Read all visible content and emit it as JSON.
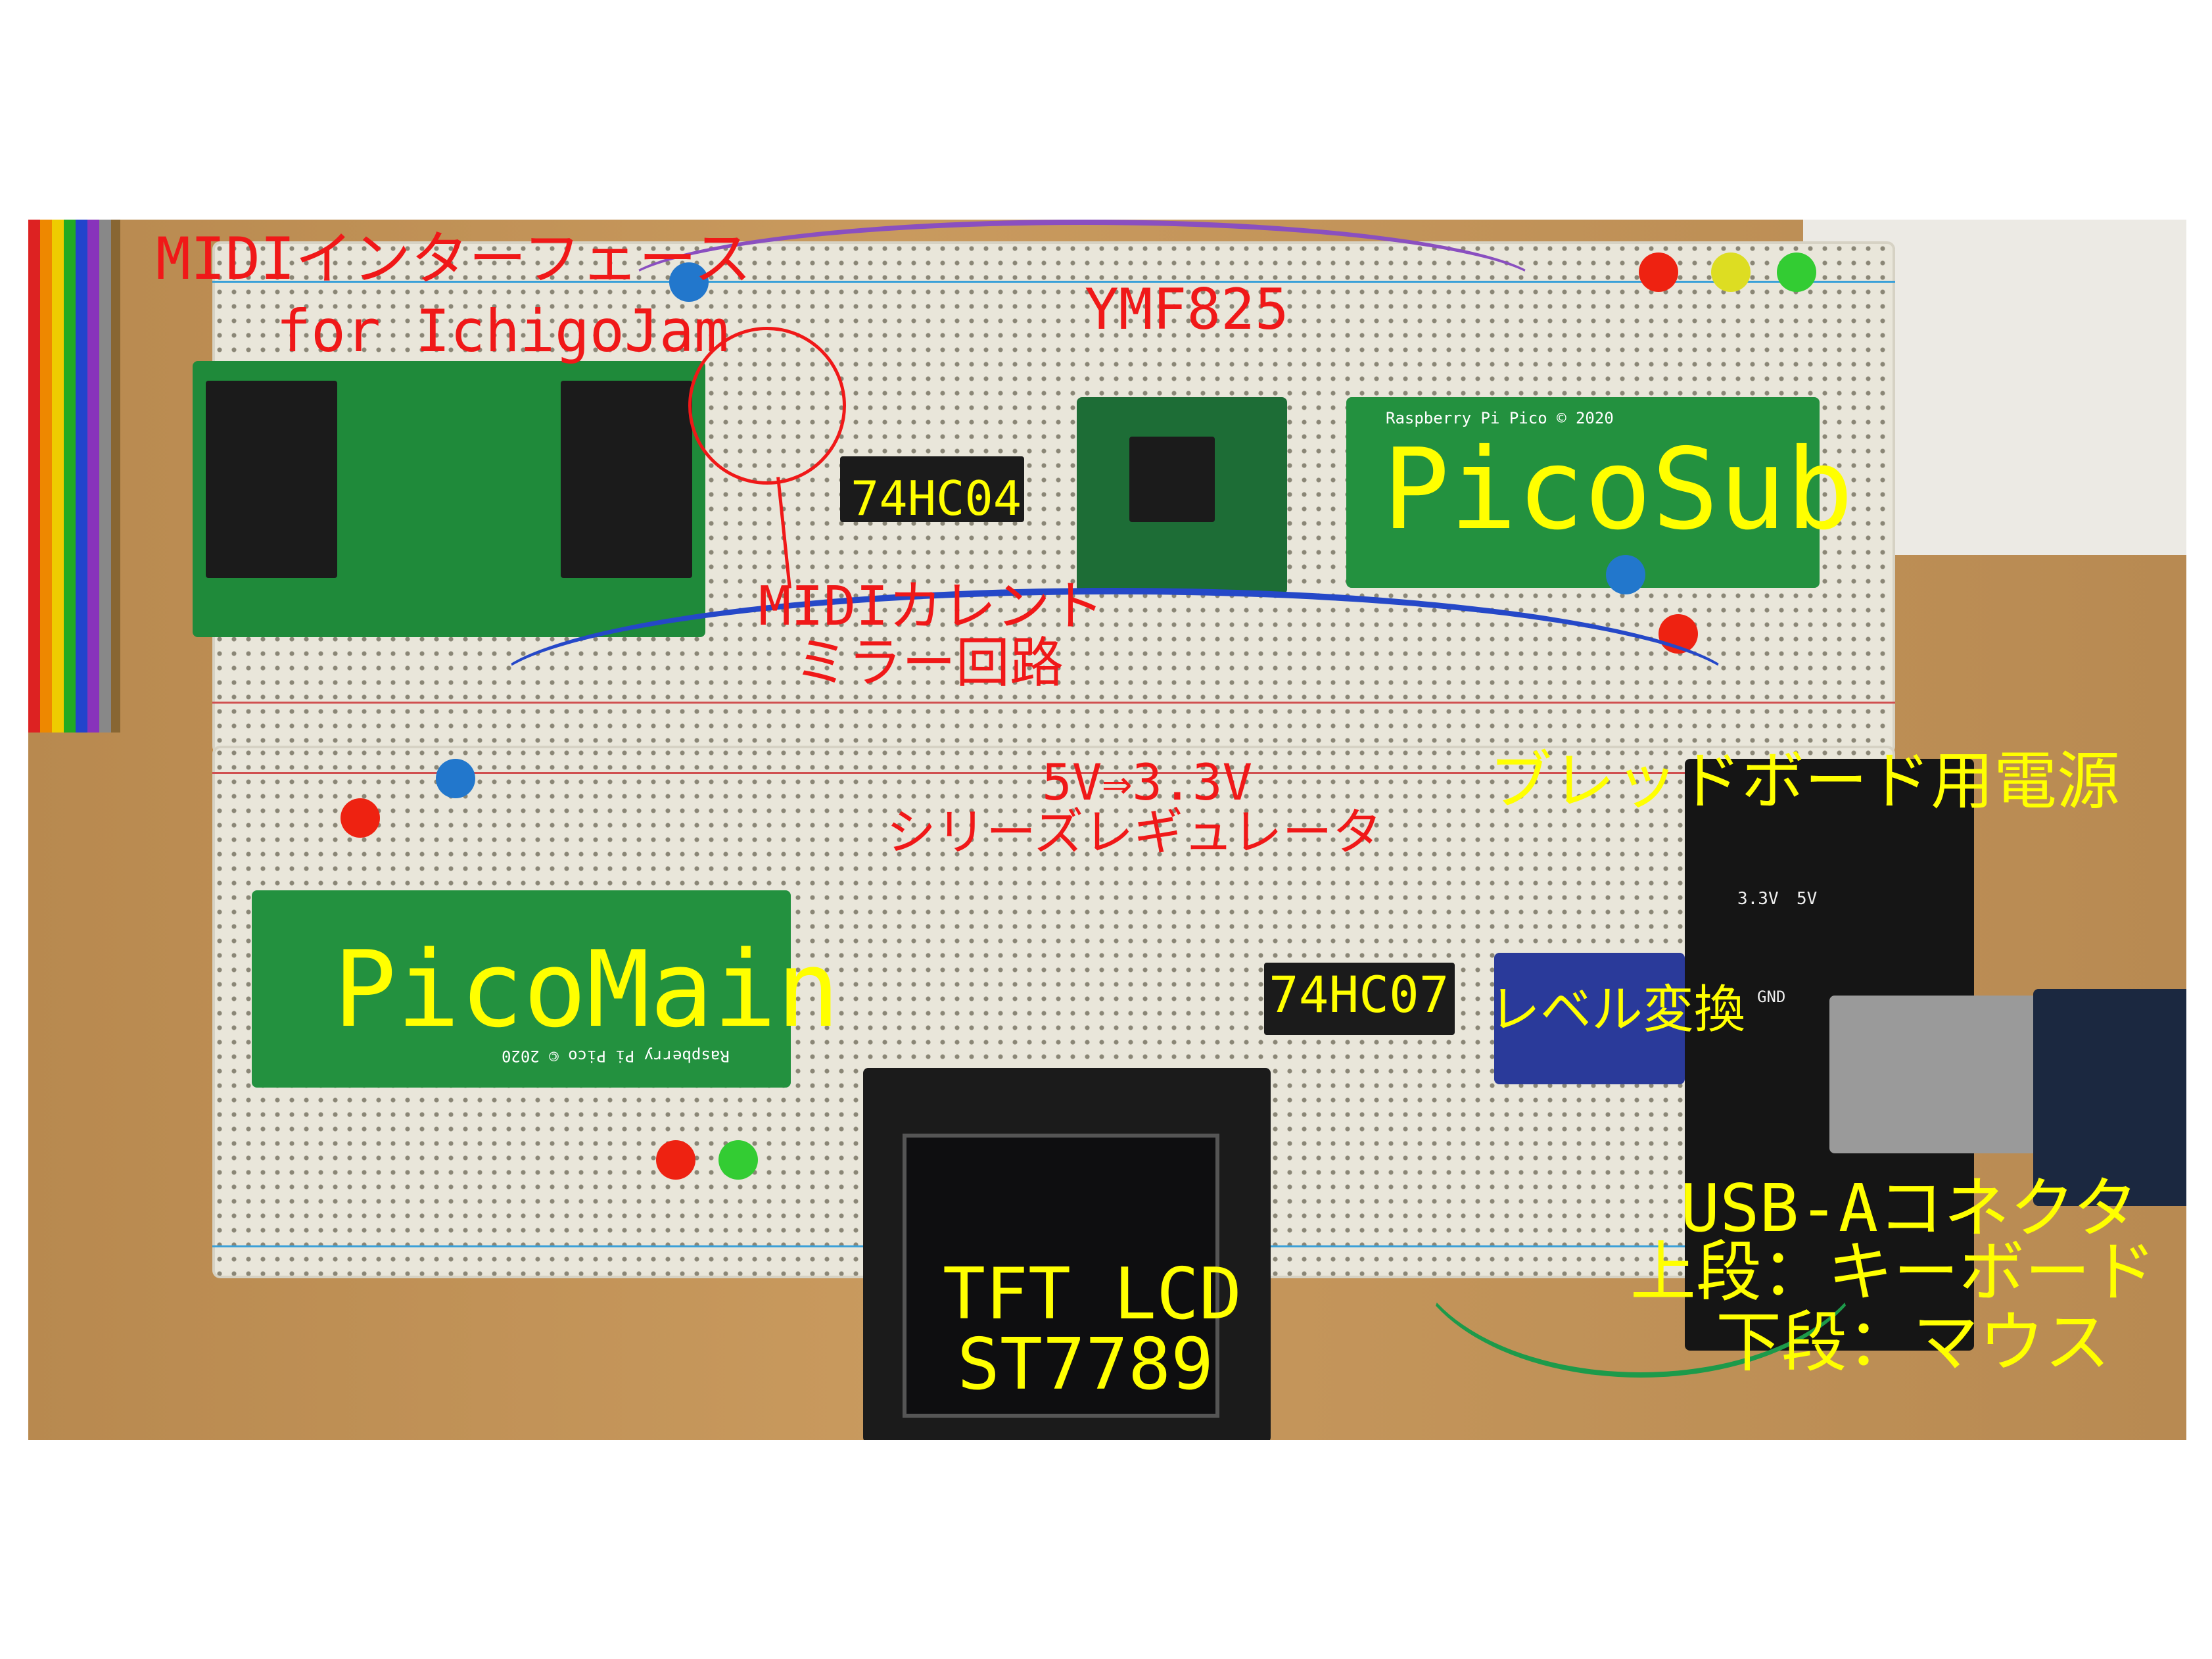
{
  "labels": {
    "midi_if_line1": "MIDIインターフェース",
    "midi_if_line2": "for IchigoJam",
    "ymf825": "YMF825",
    "hc04": "74HC04",
    "picosub": "PicoSub",
    "midi_current_line1": "MIDIカレント",
    "midi_current_line2": "ミラー回路",
    "regulator_line1": "5V⇒3.3V",
    "regulator_line2": "シリーズレギュレータ",
    "bb_power": "ブレッドボード用電源",
    "picomain": "PicoMain",
    "hc07": "74HC07",
    "level_shift": "レベル変換",
    "tft_line1": "TFT LCD",
    "tft_line2": "ST7789",
    "usb_line1": "USB-Aコネクタ",
    "usb_line2": "上段：キーボード",
    "usb_line3": "下段：マウス"
  },
  "board_silkscreen": {
    "pico_text": "Raspberry Pi Pico © 2020",
    "power_3v3": "3.3V",
    "power_5v": "5V",
    "power_gnd": "GND"
  },
  "colors": {
    "red_label": "#f01818",
    "yellow_label": "#ffff00"
  }
}
